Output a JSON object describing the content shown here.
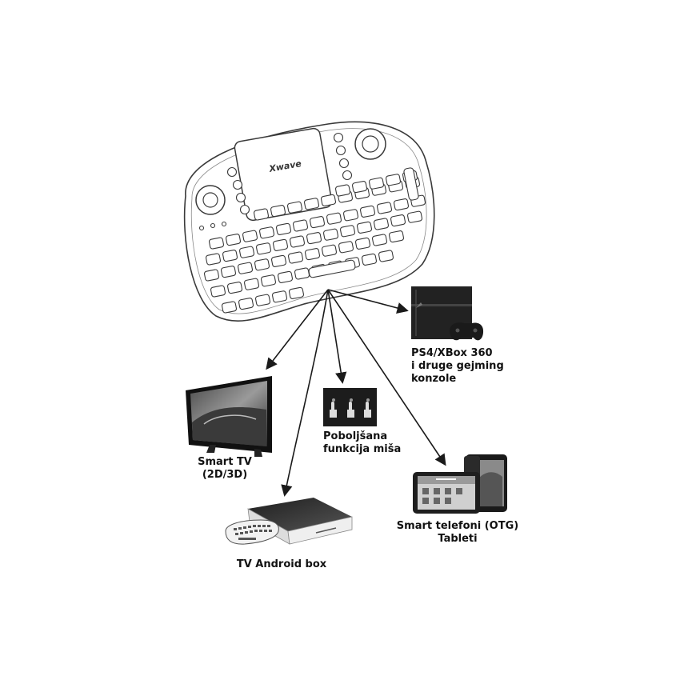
{
  "brand": "Xwave",
  "colors": {
    "ink": "#1a1a1a",
    "outline": "#3a3a3a",
    "screen_dark": "#2b2b2b",
    "screen_light": "#bdbdbd",
    "background": "#ffffff"
  },
  "targets": {
    "console": {
      "lines": [
        "PS4/XBox 360",
        "i druge gejming",
        "konzole"
      ]
    },
    "tv": {
      "lines": [
        "Smart TV",
        "(2D/3D)"
      ]
    },
    "mouse": {
      "lines": [
        "Poboljšana",
        "funkcija miša"
      ]
    },
    "phones": {
      "lines": [
        "Smart telefoni (OTG)",
        "Tableti"
      ]
    },
    "box": {
      "lines": [
        "TV Android box"
      ]
    }
  }
}
